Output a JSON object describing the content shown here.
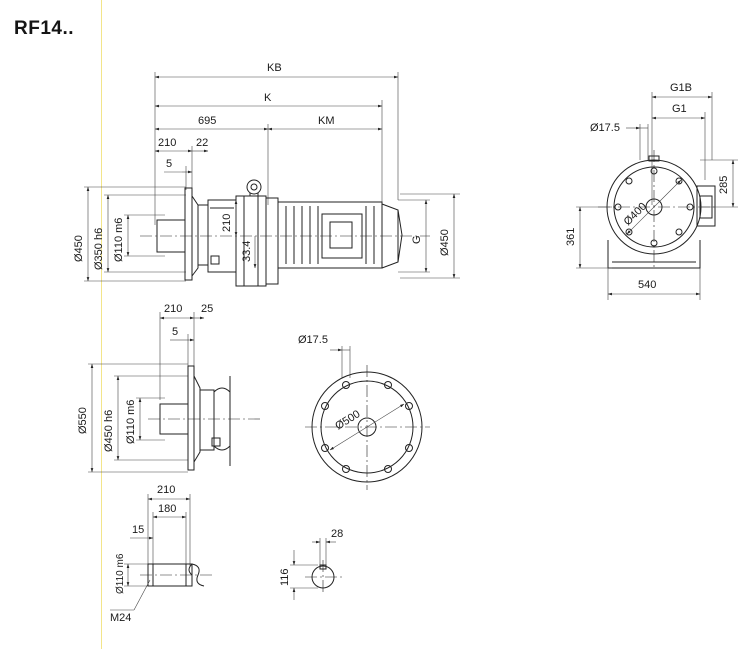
{
  "title": "RF14..",
  "side_view": {
    "kb": "KB",
    "k": "K",
    "d695": "695",
    "km": "KM",
    "d210": "210",
    "d22": "22",
    "d5": "5",
    "dia450_left": "Ø450",
    "dia350": "Ø350 h6",
    "dia110": "Ø110 m6",
    "d210_v": "210",
    "d33_4": "33.4",
    "g": "G",
    "dia450_right": "Ø450"
  },
  "end_view": {
    "g1b": "G1B",
    "g1": "G1",
    "dia17_5": "Ø17.5",
    "dia400": "Ø400",
    "d285": "285",
    "d361": "361",
    "d540": "540"
  },
  "flange_view": {
    "d210": "210",
    "d25": "25",
    "d5": "5",
    "dia550": "Ø550",
    "dia450": "Ø450 h6",
    "dia110": "Ø110 m6"
  },
  "flange_face": {
    "dia17_5": "Ø17.5",
    "dia500": "Ø500"
  },
  "shaft_view": {
    "d210": "210",
    "d180": "180",
    "d15": "15",
    "dia110": "Ø110 m6",
    "m24": "M24"
  },
  "key_view": {
    "d28": "28",
    "d116": "116"
  }
}
